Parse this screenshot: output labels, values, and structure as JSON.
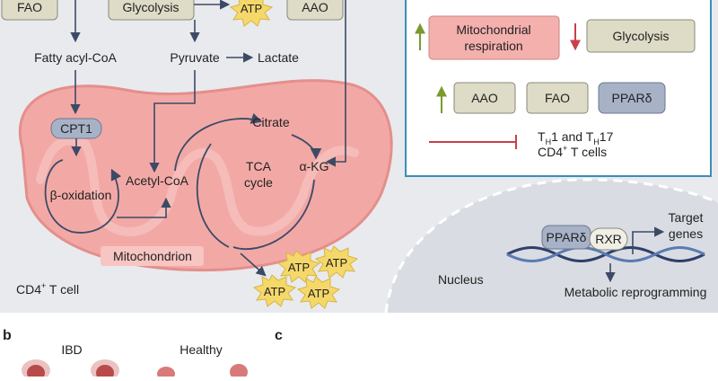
{
  "top": {
    "fao": "FAO",
    "glycolysis": "Glycolysis",
    "atp": "ATP",
    "aao": "AAO"
  },
  "pathway": {
    "fatty_acyl_coa": "Fatty acyl-CoA",
    "pyruvate": "Pyruvate",
    "lactate": "Lactate",
    "cpt1": "CPT1",
    "citrate": "Citrate",
    "beta_oxidation": "β-oxidation",
    "acetyl_coa": "Acetyl-CoA",
    "tca_line1": "TCA",
    "tca_line2": "cycle",
    "akg": "α-KG",
    "mitochondrion": "Mitochondrion",
    "cell_label": "CD4",
    "cell_label_sup": "+",
    "cell_label_rest": " T cell",
    "atp_cluster": [
      "ATP",
      "ATP",
      "ATP",
      "ATP"
    ]
  },
  "legend": {
    "mito_resp_line1": "Mitochondrial",
    "mito_resp_line2": "respiration",
    "glycolysis": "Glycolysis",
    "aao": "AAO",
    "fao": "FAO",
    "ppard": "PPARδ",
    "th_t": "T",
    "th_h1": "H",
    "th_mid": "1 and T",
    "th_h2": "H",
    "th_end": "17",
    "cd4": "CD4",
    "cd4_sup": "+",
    "cells": " T cells"
  },
  "nucleus": {
    "label": "Nucleus",
    "ppard": "PPARδ",
    "rxr": "RXR",
    "target_line1": "Target",
    "target_line2": "genes",
    "reprogramming": "Metabolic reprogramming"
  },
  "panels": {
    "b": "b",
    "c": "c",
    "ibd": "IBD",
    "healthy": "Healthy"
  },
  "colors": {
    "arrow": "#3d4a66",
    "mito_fill": "#f2a9a6",
    "mito_stroke": "#e48f8c",
    "box_fill": "#dedbc6",
    "legend_border": "#3a8fb5",
    "up_arrow": "#7a9a2e",
    "down_arrow": "#c8404a",
    "atp_fill": "#f5d86a"
  }
}
